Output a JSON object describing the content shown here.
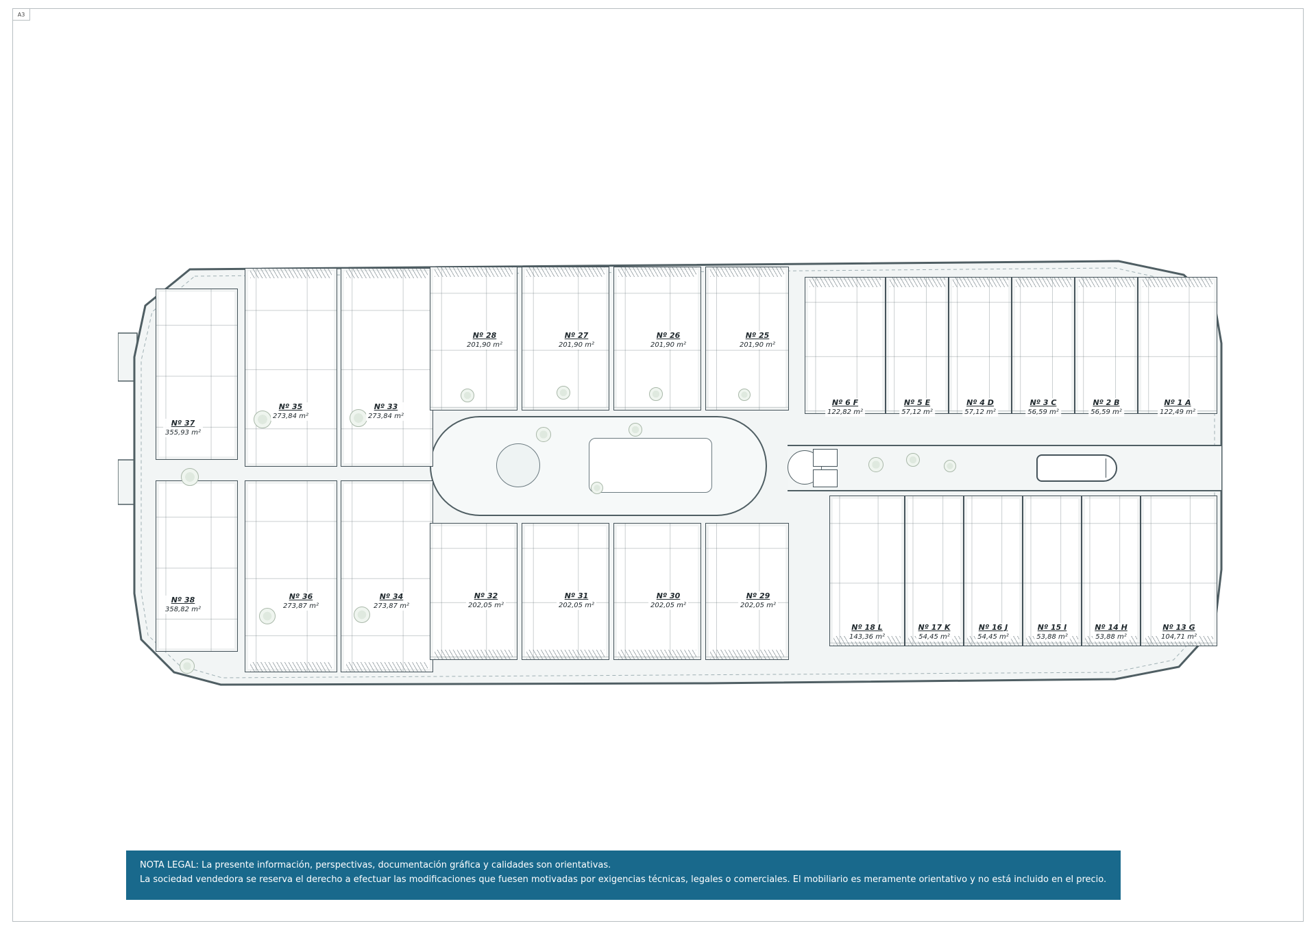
{
  "sheet": {
    "format": "A3"
  },
  "colors": {
    "legal-bar": "#19698c",
    "plot-line": "#4f5e63",
    "plot-fill": "#f2f5f5"
  },
  "plan": {
    "groups": {
      "villas": [
        {
          "number": "Nº 37",
          "area": "355,93 m²"
        },
        {
          "number": "Nº 38",
          "area": "358,82 m²"
        }
      ],
      "semis_top": [
        {
          "number": "Nº 35",
          "area": "273,84 m²"
        },
        {
          "number": "Nº 33",
          "area": "273,84 m²"
        }
      ],
      "semis_bottom": [
        {
          "number": "Nº 36",
          "area": "273,87 m²"
        },
        {
          "number": "Nº 34",
          "area": "273,87 m²"
        }
      ],
      "row_top": [
        {
          "number": "Nº 28",
          "area": "201,90 m²"
        },
        {
          "number": "Nº 27",
          "area": "201,90 m²"
        },
        {
          "number": "Nº 26",
          "area": "201,90 m²"
        },
        {
          "number": "Nº 25",
          "area": "201,90 m²"
        }
      ],
      "row_bottom": [
        {
          "number": "Nº 32",
          "area": "202,05 m²"
        },
        {
          "number": "Nº 31",
          "area": "202,05 m²"
        },
        {
          "number": "Nº 30",
          "area": "202,05 m²"
        },
        {
          "number": "Nº 29",
          "area": "202,05 m²"
        }
      ],
      "apartments_top": [
        {
          "number": "Nº 6 F",
          "area": "122,82 m²"
        },
        {
          "number": "Nº 5 E",
          "area": "57,12 m²"
        },
        {
          "number": "Nº 4 D",
          "area": "57,12 m²"
        },
        {
          "number": "Nº 3 C",
          "area": "56,59 m²"
        },
        {
          "number": "Nº 2 B",
          "area": "56,59 m²"
        },
        {
          "number": "Nº 1 A",
          "area": "122,49 m²"
        }
      ],
      "apartments_bottom": [
        {
          "number": "Nº 18 L",
          "area": "143,36 m²"
        },
        {
          "number": "Nº 17 K",
          "area": "54,45 m²"
        },
        {
          "number": "Nº 16 J",
          "area": "54,45 m²"
        },
        {
          "number": "Nº 15 I",
          "area": "53,88 m²"
        },
        {
          "number": "Nº 14 H",
          "area": "53,88 m²"
        },
        {
          "number": "Nº 13 G",
          "area": "104,71 m²"
        }
      ]
    }
  },
  "legal": {
    "line1": "NOTA LEGAL: La presente información, perspectivas, documentación gráfica y calidades son orientativas.",
    "line2": "La sociedad vendedora se reserva el derecho a efectuar las modificaciones que fuesen motivadas por exigencias técnicas, legales o comerciales. El mobiliario es meramente orientativo y no está incluido en el precio."
  }
}
